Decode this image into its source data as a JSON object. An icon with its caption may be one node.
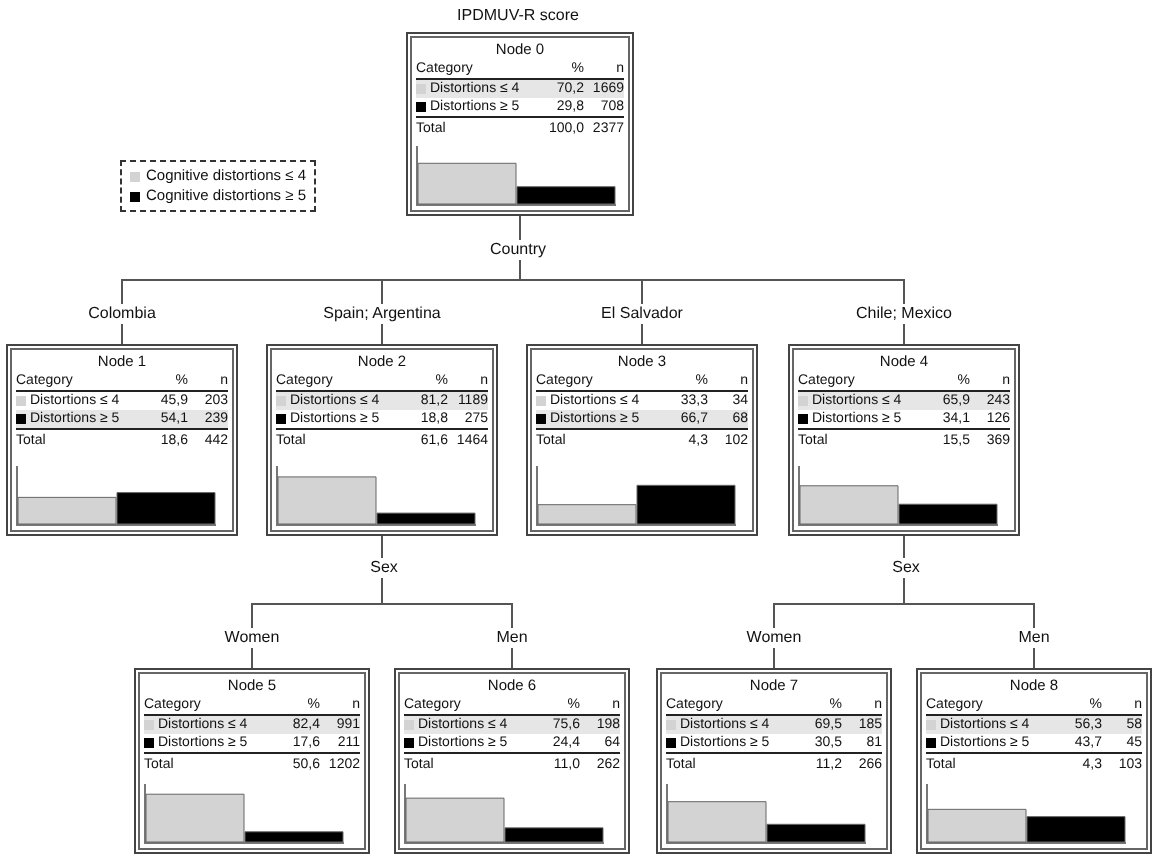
{
  "diagram": {
    "title": "IPDMUV-R score",
    "nodes": [
      {
        "text": [
          "Node 0",
          "Category",
          "%",
          "n",
          "Distortions ≤ 4",
          "70,2",
          "1669",
          "Distortions ≥ 5",
          "29,8",
          "708",
          "Total",
          "100,0",
          "2377"
        ]
      },
      {
        "text": [
          "Node 1",
          "Category",
          "%",
          "n",
          "Distortions ≤ 4",
          "45,9",
          "203",
          "Distortions ≥ 5",
          "54,1",
          "239",
          "Total",
          "18,6",
          "442"
        ]
      },
      {
        "text": [
          "Node 2",
          "Category",
          "%",
          "n",
          "Distortions ≤ 4",
          "81,2",
          "1189",
          "Distortions ≥ 5",
          "18,8",
          "275",
          "Total",
          "61,6",
          "1464"
        ]
      },
      {
        "text": [
          "Node 3",
          "Category",
          "%",
          "n",
          "Distortions ≤ 4",
          "33,3",
          "34",
          "Distortions ≥ 5",
          "66,7",
          "68",
          "Total",
          "4,3",
          "102"
        ]
      },
      {
        "text": [
          "Node 4",
          "Category",
          "%",
          "n",
          "Distortions ≤ 4",
          "65,9",
          "243",
          "Distortions ≥ 5",
          "34,1",
          "126",
          "Total",
          "15,5",
          "369"
        ]
      },
      {
        "text": [
          "Node 5",
          "Category",
          "%",
          "n",
          "Distortions ≤ 4",
          "82,4",
          "991",
          "Distortions ≥ 5",
          "17,6",
          "211",
          "Total",
          "50,6",
          "1202"
        ]
      },
      {
        "text": [
          "Node 6",
          "Category",
          "%",
          "n",
          "Distortions ≤ 4",
          "75,6",
          "198",
          "Distortions ≥ 5",
          "24,4",
          "64",
          "Total",
          "11,0",
          "262"
        ]
      },
      {
        "text": [
          "Node 7",
          "Category",
          "%",
          "n",
          "Distortions ≤ 4",
          "69,5",
          "185",
          "Distortions ≥ 5",
          "30,5",
          "81",
          "Total",
          "11,2",
          "266"
        ]
      },
      {
        "text": [
          "Node 8",
          "Category",
          "%",
          "n",
          "Distortions ≤ 4",
          "56,3",
          "58",
          "Distortions ≥ 5",
          "43,7",
          "45",
          "Total",
          "4,3",
          "103"
        ]
      }
    ],
    "edges": [
      {
        "from": 0,
        "to": 1,
        "arrow": "none",
        "label": "Colombia"
      },
      {
        "from": 0,
        "to": 2,
        "arrow": "none",
        "label": "Spain; Argentina"
      },
      {
        "from": 0,
        "to": 3,
        "arrow": "none",
        "label": "El Salvador"
      },
      {
        "from": 0,
        "to": 4,
        "arrow": "none",
        "label": "Chile; Mexico"
      },
      {
        "from": 2,
        "to": 5,
        "arrow": "none",
        "label": "Women"
      },
      {
        "from": 2,
        "to": 6,
        "arrow": "none",
        "label": "Men"
      },
      {
        "from": 4,
        "to": 7,
        "arrow": "none",
        "label": "Women"
      },
      {
        "from": 4,
        "to": 8,
        "arrow": "none",
        "label": "Men"
      }
    ],
    "labels": [
      "Country",
      "Sex",
      "Sex"
    ],
    "legend": [
      {
        "text": "Cognitive distortions ≤ 4",
        "color": "#d3d3d3"
      },
      {
        "text": "Cognitive distortions ≥ 5",
        "color": "#000000"
      }
    ]
  }
}
